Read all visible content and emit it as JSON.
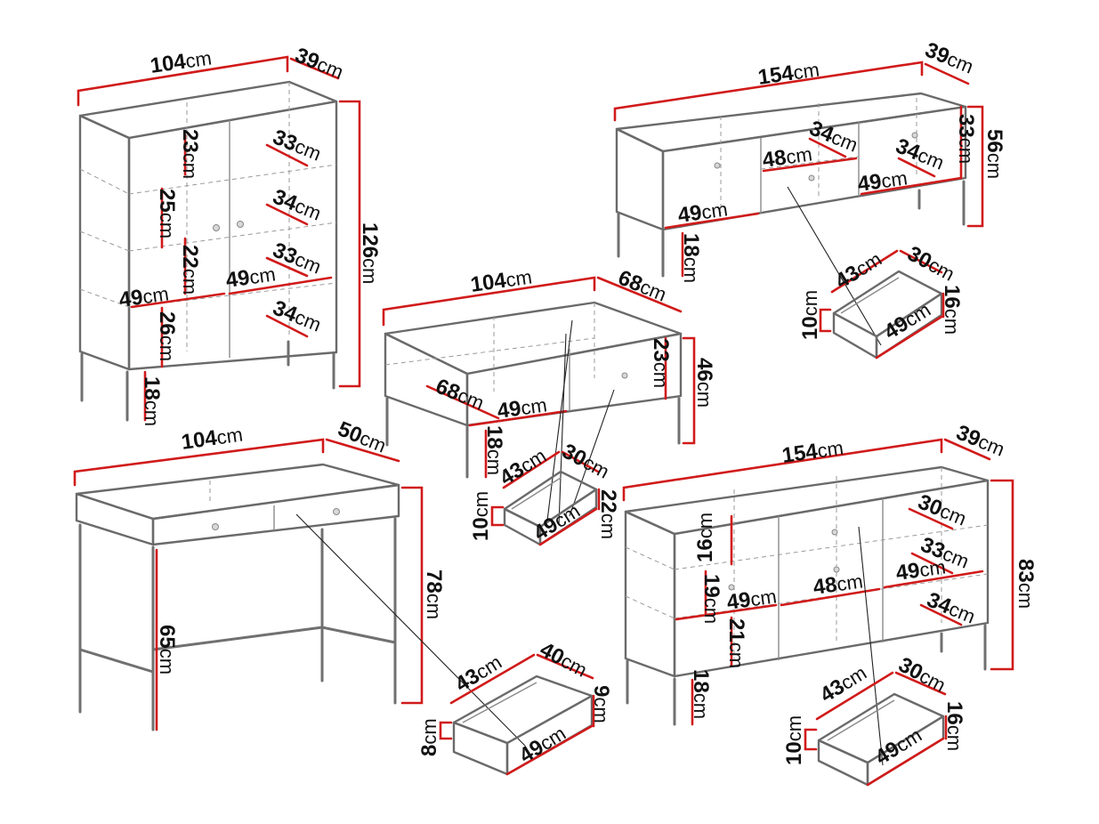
{
  "labels": {
    "cab_w": {
      "n": "104",
      "u": "cm"
    },
    "cab_d": {
      "n": "39",
      "u": "cm"
    },
    "cab_h": {
      "n": "126",
      "u": "cm"
    },
    "cab_s1": {
      "n": "23",
      "u": "cm"
    },
    "cab_s2": {
      "n": "25",
      "u": "cm"
    },
    "cab_s3": {
      "n": "22",
      "u": "cm"
    },
    "cab_s4": {
      "n": "26",
      "u": "cm"
    },
    "cab_leg": {
      "n": "18",
      "u": "cm"
    },
    "cab_sw1": {
      "n": "49",
      "u": "cm"
    },
    "cab_sw2": {
      "n": "49",
      "u": "cm"
    },
    "cab_sd1": {
      "n": "33",
      "u": "cm"
    },
    "cab_sd2": {
      "n": "34",
      "u": "cm"
    },
    "cab_sd3": {
      "n": "33",
      "u": "cm"
    },
    "cab_sd4": {
      "n": "34",
      "u": "cm"
    },
    "tv_w": {
      "n": "154",
      "u": "cm"
    },
    "tv_d": {
      "n": "39",
      "u": "cm"
    },
    "tv_h": {
      "n": "56",
      "u": "cm"
    },
    "tv_in": {
      "n": "33",
      "u": "cm"
    },
    "tv_sd1": {
      "n": "34",
      "u": "cm"
    },
    "tv_sd2": {
      "n": "34",
      "u": "cm"
    },
    "tv_sw1": {
      "n": "48",
      "u": "cm"
    },
    "tv_sw2": {
      "n": "49",
      "u": "cm"
    },
    "tv_sw3": {
      "n": "49",
      "u": "cm"
    },
    "tv_leg": {
      "n": "18",
      "u": "cm"
    },
    "tvd_w": {
      "n": "43",
      "u": "cm"
    },
    "tvd_d": {
      "n": "30",
      "u": "cm"
    },
    "tvd_h": {
      "n": "16",
      "u": "cm"
    },
    "tvd_f": {
      "n": "49",
      "u": "cm"
    },
    "tvd_o": {
      "n": "10",
      "u": "cm"
    },
    "ct_w": {
      "n": "104",
      "u": "cm"
    },
    "ct_d": {
      "n": "68",
      "u": "cm"
    },
    "ct_h": {
      "n": "46",
      "u": "cm"
    },
    "ct_in": {
      "n": "23",
      "u": "cm"
    },
    "ct_sd": {
      "n": "68",
      "u": "cm"
    },
    "ct_sw": {
      "n": "49",
      "u": "cm"
    },
    "ct_leg": {
      "n": "18",
      "u": "cm"
    },
    "ctd_w": {
      "n": "43",
      "u": "cm"
    },
    "ctd_d": {
      "n": "30",
      "u": "cm"
    },
    "ctd_h": {
      "n": "22",
      "u": "cm"
    },
    "ctd_f": {
      "n": "49",
      "u": "cm"
    },
    "ctd_o": {
      "n": "10",
      "u": "cm"
    },
    "desk_w": {
      "n": "104",
      "u": "cm"
    },
    "desk_d": {
      "n": "50",
      "u": "cm"
    },
    "desk_h": {
      "n": "78",
      "u": "cm"
    },
    "desk_k": {
      "n": "65",
      "u": "cm"
    },
    "dd_w": {
      "n": "43",
      "u": "cm"
    },
    "dd_d": {
      "n": "40",
      "u": "cm"
    },
    "dd_h": {
      "n": "9",
      "u": "cm"
    },
    "dd_f": {
      "n": "49",
      "u": "cm"
    },
    "dd_o": {
      "n": "8",
      "u": "cm"
    },
    "sb_w": {
      "n": "154",
      "u": "cm"
    },
    "sb_d": {
      "n": "39",
      "u": "cm"
    },
    "sb_h": {
      "n": "83",
      "u": "cm"
    },
    "sb_s1": {
      "n": "16",
      "u": "cm"
    },
    "sb_s2": {
      "n": "19",
      "u": "cm"
    },
    "sb_s3": {
      "n": "21",
      "u": "cm"
    },
    "sb_leg": {
      "n": "18",
      "u": "cm"
    },
    "sb_sw1": {
      "n": "49",
      "u": "cm"
    },
    "sb_sw2": {
      "n": "48",
      "u": "cm"
    },
    "sb_sw3": {
      "n": "49",
      "u": "cm"
    },
    "sb_sd1": {
      "n": "30",
      "u": "cm"
    },
    "sb_sd2": {
      "n": "33",
      "u": "cm"
    },
    "sb_sd3": {
      "n": "34",
      "u": "cm"
    },
    "sbd_w": {
      "n": "43",
      "u": "cm"
    },
    "sbd_d": {
      "n": "30",
      "u": "cm"
    },
    "sbd_h": {
      "n": "16",
      "u": "cm"
    },
    "sbd_f": {
      "n": "49",
      "u": "cm"
    },
    "sbd_o": {
      "n": "10",
      "u": "cm"
    }
  }
}
